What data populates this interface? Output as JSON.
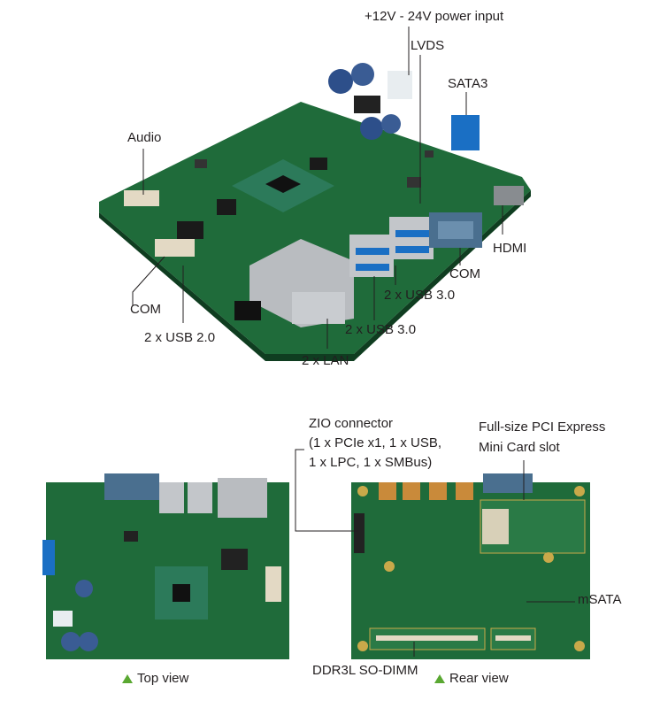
{
  "top_labels": {
    "power": "+12V - 24V power input",
    "lvds": "LVDS",
    "sata3": "SATA3",
    "audio": "Audio",
    "hdmi": "HDMI",
    "com_right": "COM",
    "usb30_a": "2 x USB 3.0",
    "com_left": "COM",
    "usb30_b": "2 x USB 3.0",
    "usb20": "2 x USB 2.0",
    "lan": "2 x LAN"
  },
  "bottom_labels": {
    "zio_line1": "ZIO connector",
    "zio_line2": "(1 x PCIe x1, 1 x USB,",
    "zio_line3": "1 x LPC, 1 x SMBus)",
    "pcie_line1": "Full-size PCI Express",
    "pcie_line2": "Mini Card slot",
    "msata": "mSATA",
    "ddr": "DDR3L SO-DIMM"
  },
  "captions": {
    "top_view": "Top view",
    "rear_view": "Rear view"
  },
  "colors": {
    "pcb": "#1f6b3a",
    "pcb_dark": "#144d28",
    "blue_port": "#1a6fc4",
    "silver": "#b9bcc0",
    "leader": "#231f20",
    "caption_triangle": "#5aa832"
  }
}
